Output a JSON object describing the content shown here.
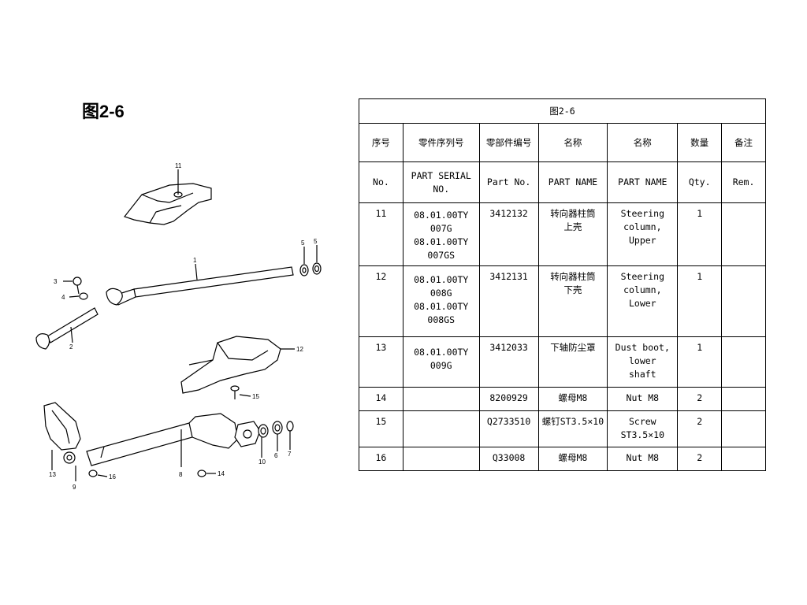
{
  "figure": {
    "title": "图2-6"
  },
  "table": {
    "caption": "图2-6",
    "headers_zh": [
      "序号",
      "零件序列号",
      "零部件编号",
      "名称",
      "名称",
      "数量",
      "备注"
    ],
    "headers_en": [
      "No.",
      "PART SERIAL NO.",
      "Part No.",
      "PART NAME",
      "PART NAME",
      "Qty.",
      "Rem."
    ],
    "rows": [
      {
        "no": "11",
        "serial": [
          "08.01.00TY",
          "007G",
          "08.01.00TY",
          "007GS"
        ],
        "part_no": "3412132",
        "name_zh": "转向器柱筒上壳",
        "name_en": "Steering column, Upper",
        "qty": "1",
        "rem": ""
      },
      {
        "no": "12",
        "serial": [
          "08.01.00TY",
          "008G",
          "08.01.00TY",
          "008GS"
        ],
        "part_no": "3412131",
        "name_zh": "转向器柱筒下壳",
        "name_en": "Steering column, Lower",
        "qty": "1",
        "rem": ""
      },
      {
        "no": "13",
        "serial": [
          "08.01.00TY",
          "009G"
        ],
        "part_no": "3412033",
        "name_zh": "下轴防尘罩",
        "name_en": "Dust boot, lower shaft",
        "qty": "1",
        "rem": ""
      },
      {
        "no": "14",
        "serial": [],
        "part_no": "8200929",
        "name_zh": "螺母M8",
        "name_en": "Nut M8",
        "qty": "2",
        "rem": ""
      },
      {
        "no": "15",
        "serial": [],
        "part_no": "Q2733510",
        "name_zh": "螺钉ST3.5×10",
        "name_en": "Screw ST3.5×10",
        "qty": "2",
        "rem": ""
      },
      {
        "no": "16",
        "serial": [],
        "part_no": "Q33008",
        "name_zh": "螺母M8",
        "name_en": "Nut M8",
        "qty": "2",
        "rem": ""
      }
    ]
  },
  "diagram": {
    "callouts": [
      "11",
      "1",
      "5",
      "5",
      "3",
      "4",
      "2",
      "12",
      "15",
      "13",
      "9",
      "16",
      "8",
      "14",
      "10",
      "6",
      "7"
    ]
  }
}
